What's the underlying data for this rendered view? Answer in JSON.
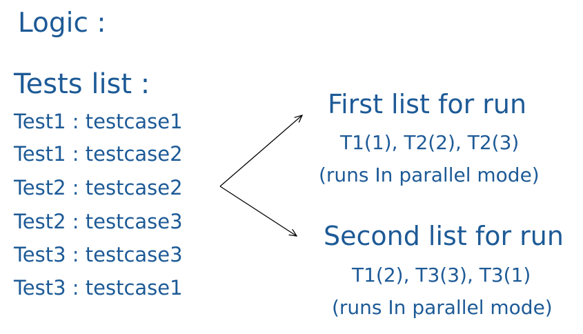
{
  "heading": "Logic :",
  "tests_list": {
    "title": "Tests list :",
    "items": [
      "Test1 : testcase1",
      "Test1 : testcase2",
      "Test2 : testcase2",
      "Test2 : testcase3",
      "Test3 : testcase3",
      "Test3 : testcase1"
    ]
  },
  "first_run": {
    "title": "First list for run",
    "tests": "T1(1), T2(2), T2(3)",
    "mode": "(runs In parallel mode)"
  },
  "second_run": {
    "title": "Second list for run",
    "tests": "T1(2), T3(3), T3(1)",
    "mode": "(runs In parallel mode)"
  },
  "colors": {
    "text": "#1d5a96",
    "arrow": "#000000"
  }
}
